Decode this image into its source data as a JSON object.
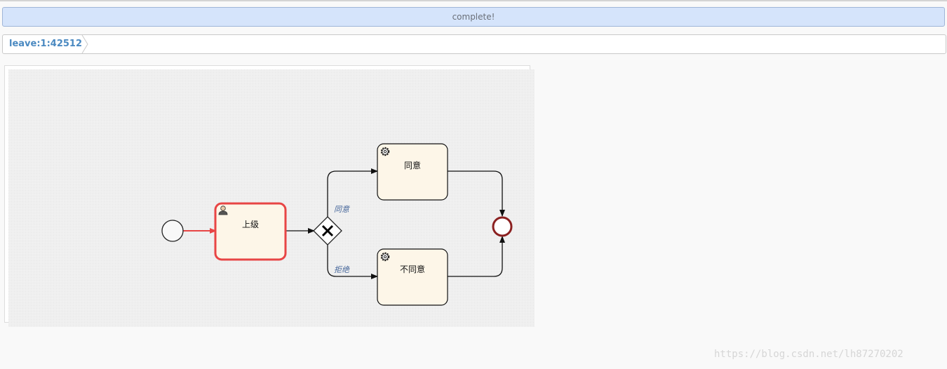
{
  "status": {
    "message": "complete!"
  },
  "breadcrumb": {
    "items": [
      "leave:1:42512"
    ]
  },
  "diagram": {
    "tasks": {
      "supervisor": "上级",
      "approve": "同意",
      "reject": "不同意"
    },
    "flows": {
      "approve_label": "同意",
      "reject_label": "拒绝"
    },
    "colors": {
      "active": "#e84545",
      "task_fill": "#fdf6e8",
      "end_event": "#8b2020",
      "flow_label": "#45669a",
      "canvas_bg": "#efefef"
    },
    "icons": {
      "user_task": "user-icon",
      "service_task": "gear-icon",
      "exclusive_gateway": "x-gateway-icon"
    }
  },
  "watermark": {
    "text": "https://blog.csdn.net/lh87270202"
  }
}
